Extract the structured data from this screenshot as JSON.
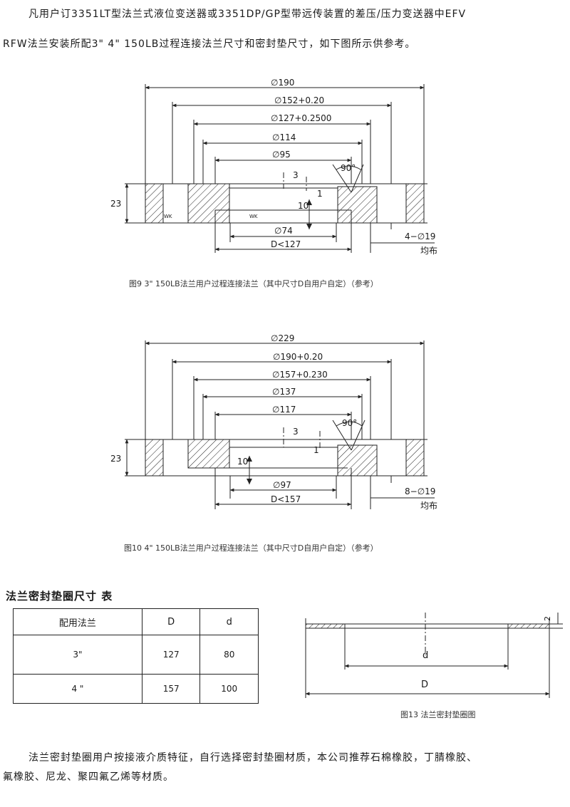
{
  "intro": {
    "line1": "凡用户订3351LT型法兰式液位变送器或3351DP/GP型带远传装置的差压/压力变送器中EFV",
    "line2": "RFW法兰安装所配3\" 4\"  150LB过程连接法兰尺寸和密封垫尺寸，如下图所示供参考。"
  },
  "fig9": {
    "dims": [
      "∅190",
      "∅152+0.20",
      "∅127+0.2500",
      "∅114",
      "∅95"
    ],
    "angle": "90°",
    "h23": "23",
    "d3": "3",
    "d1": "1",
    "d10": "10",
    "wk": "WK",
    "inner_dia": "∅74",
    "D_label": "D<127",
    "holes": "4−∅19",
    "holes_note": "均布",
    "caption": "图9 3\"  150LB法兰用户过程连接法兰（其中尺寸D自用户自定）（参考）"
  },
  "fig10": {
    "dims": [
      "∅229",
      "∅190+0.20",
      "∅157+0.230",
      "∅137",
      "∅117"
    ],
    "angle": "90°",
    "h23": "23",
    "d3": "3",
    "d1": "1",
    "d10": "10",
    "inner_dia": "∅97",
    "D_label": "D<157",
    "holes": "8−∅19",
    "holes_note": "均布",
    "caption": "图10  4\"  150LB法兰用户过程连接法兰（其中尺寸D自用户自定）（参考）"
  },
  "gasket_section": {
    "title": "法兰密封垫圈尺寸  表",
    "table": {
      "headers": [
        "配用法兰",
        "D",
        "d"
      ],
      "rows": [
        [
          "3\"",
          "127",
          "80"
        ],
        [
          "4 \"",
          "157",
          "100"
        ]
      ]
    },
    "fig13": {
      "d2": "2",
      "d": "d",
      "D": "D",
      "caption": "图13 法兰密封垫圈图"
    }
  },
  "footer": {
    "line1": "法兰密封垫圈用户按接液介质特征，自行选择密封垫圈材质，本公司推荐石棉橡胶，丁腈橡胶、",
    "line2": "氟橡胶、尼龙、聚四氟乙烯等材质。"
  }
}
